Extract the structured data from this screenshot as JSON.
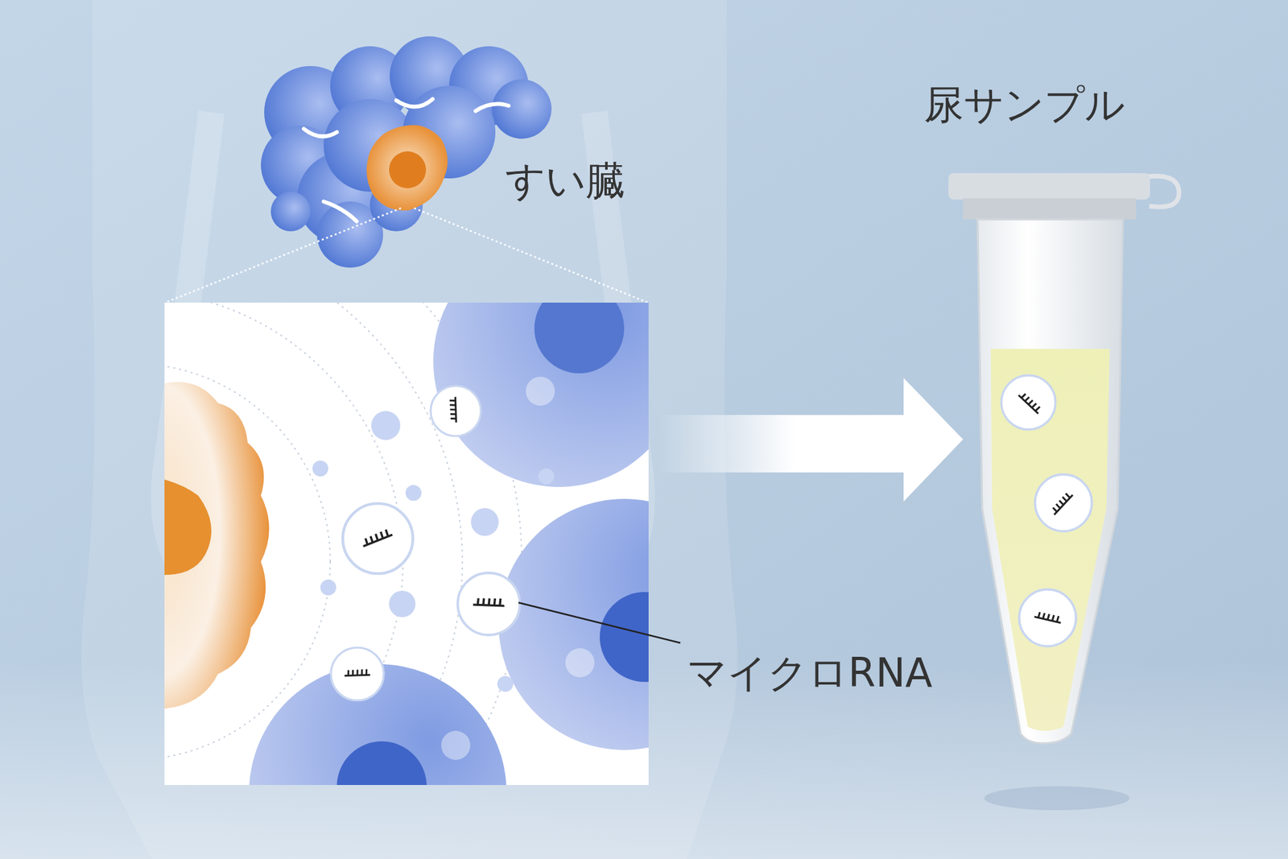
{
  "diagram": {
    "labels": [
      "すい臓",
      "尿サンプル",
      "マイクロRNA"
    ]
  }
}
